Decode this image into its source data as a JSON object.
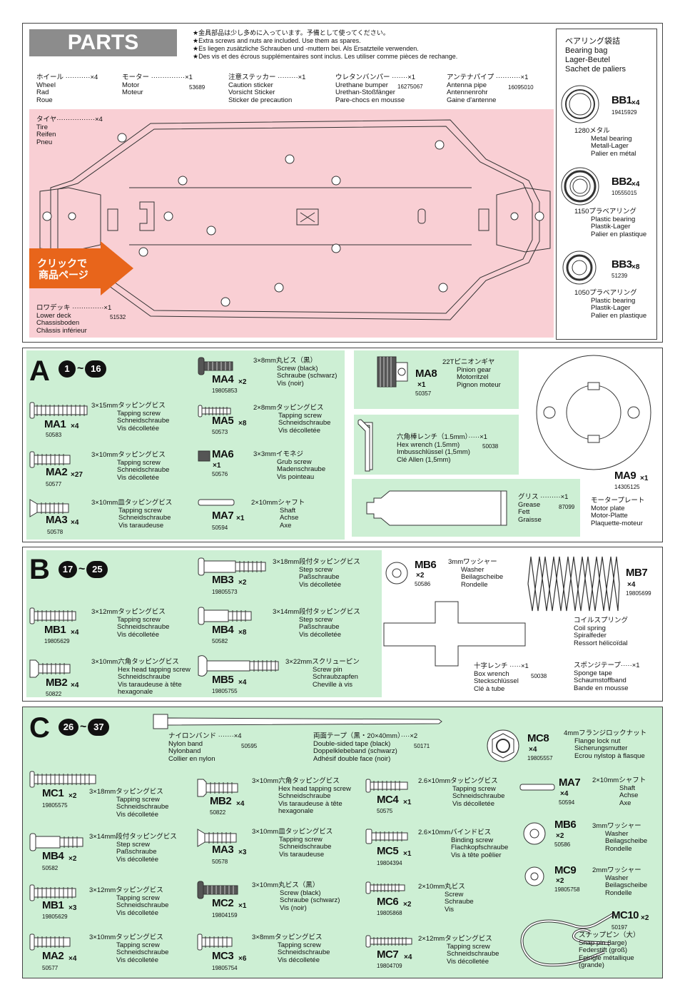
{
  "parts": {
    "title": "PARTS",
    "notes": [
      "★金具部品は少し多めに入っています。予備として使ってください。",
      "★Extra screws and nuts are included. Use them as spares.",
      "★Es liegen zusätzliche Schrauben und -muttern bei. Als Ersatzteile verwenden.",
      "★Des vis et des écrous supplémentaires sont inclus. Les utiliser comme pièces de rechange."
    ],
    "wheel": {
      "lines": [
        "ホイール ···········×4",
        "Wheel",
        "Rad",
        "Roue"
      ]
    },
    "motor": {
      "lines": [
        "モーター ···············×1",
        "Motor",
        "Moteur"
      ],
      "pn": "53689"
    },
    "sticker": {
      "lines": [
        "注意ステッカー ·········×1",
        "Caution sticker",
        "Vorsicht Sticker",
        "Sticker de precaution"
      ]
    },
    "bumper": {
      "lines": [
        "ウレタンバンパー ·······×1",
        "Urethane bumper",
        "Urethan-Stoßfänger",
        "Pare-chocs en mousse"
      ],
      "pn": "16275067"
    },
    "antenna": {
      "lines": [
        "アンテナパイプ ···········×1",
        "Antenna pipe",
        "Antennenrohr",
        "Gaine d'antenne"
      ],
      "pn": "16095010"
    },
    "tire": {
      "lines": [
        "タイヤ·················×4",
        "Tire",
        "Reifen",
        "Pneu"
      ]
    },
    "lowerdeck": {
      "lines": [
        "ロワデッキ ··············×1",
        "Lower deck",
        "Chassisboden",
        "Châssis inférieur"
      ],
      "pn": "51532"
    },
    "click": [
      "クリックで",
      "商品ページ"
    ],
    "bearing_bag": {
      "lines": [
        "ベアリング袋詰",
        "Bearing bag",
        "Lager-Beutel",
        "Sachet de paliers"
      ]
    },
    "bb1": {
      "code": "BB1",
      "qty": "×4",
      "pn": "19415929",
      "lines": [
        "1280メタル",
        "Metal bearing",
        "Metall-Lager",
        "Palier en métal"
      ]
    },
    "bb2": {
      "code": "BB2",
      "qty": "×4",
      "pn": "10555015",
      "lines": [
        "1150プラベアリング",
        "Plastic bearing",
        "Plastik-Lager",
        "Palier en plastique"
      ]
    },
    "bb3": {
      "code": "BB3",
      "qty": "×8",
      "pn": "51239",
      "lines": [
        "1050プラベアリング",
        "Plastic bearing",
        "Plastik-Lager",
        "Palier en plastique"
      ]
    }
  },
  "bagA": {
    "letter": "A",
    "from": "1",
    "to": "16",
    "tilde": "~",
    "ma1": {
      "code": "MA1",
      "qty": "×4",
      "pn": "50583",
      "lines": [
        "3×15mmタッピングビス",
        "Tapping screw",
        "Schneidschraube",
        "Vis décolletée"
      ]
    },
    "ma2": {
      "code": "MA2",
      "qty": "×27",
      "pn": "50577",
      "lines": [
        "3×10mmタッピングビス",
        "Tapping screw",
        "Schneidschraube",
        "Vis décolletée"
      ]
    },
    "ma3": {
      "code": "MA3",
      "qty": "×4",
      "pn": "50578",
      "lines": [
        "3×10mm皿タッピングビス",
        "Tapping screw",
        "Schneidschraube",
        "Vis taraudeuse"
      ]
    },
    "ma4": {
      "code": "MA4",
      "qty": "×2",
      "pn": "19805853",
      "lines": [
        "3×8mm丸ビス（黒）",
        "Screw (black)",
        "Schraube (schwarz)",
        "Vis (noir)"
      ]
    },
    "ma5": {
      "code": "MA5",
      "qty": "×8",
      "pn": "50573",
      "lines": [
        "2×8mmタッピングビス",
        "Tapping screw",
        "Schneidschraube",
        "Vis décolletée"
      ]
    },
    "ma6": {
      "code": "MA6",
      "qty": "×1",
      "pn": "50576",
      "lines": [
        "3×3mmイモネジ",
        "Grub screw",
        "Madenschraube",
        "Vis pointeau"
      ]
    },
    "ma7": {
      "code": "MA7",
      "qty": "×1",
      "pn": "50594",
      "lines": [
        "2×10mmシャフト",
        "Shaft",
        "Achse",
        "Axe"
      ]
    },
    "ma8": {
      "code": "MA8",
      "qty": "×1",
      "pn": "50357",
      "lines": [
        "22Tピニオンギヤ",
        "Pinion gear",
        "Motorritzel",
        "Pignon moteur"
      ]
    },
    "wrench": {
      "lines": [
        "六角棒レンチ（1.5mm）·····×1",
        "Hex wrench (1.5mm)",
        "Imbusschlüssel (1,5mm)",
        "Clé Allen (1,5mm)"
      ],
      "pn": "50038"
    },
    "grease": {
      "lines": [
        "グリス ·········×1",
        "Grease",
        "Fett",
        "Graisse"
      ],
      "pn": "87099"
    },
    "ma9": {
      "code": "MA9",
      "qty": "×1",
      "pn": "14305125",
      "lines": [
        "モータープレート",
        "Motor plate",
        "Motor-Platte",
        "Plaquette-moteur"
      ]
    }
  },
  "bagB": {
    "letter": "B",
    "from": "17",
    "to": "25",
    "tilde": "~",
    "mb1": {
      "code": "MB1",
      "qty": "×4",
      "pn": "19805629",
      "lines": [
        "3×12mmタッピングビス",
        "Tapping screw",
        "Schneidschraube",
        "Vis décolletée"
      ]
    },
    "mb2": {
      "code": "MB2",
      "qty": "×4",
      "pn": "50822",
      "lines": [
        "3×10mm六角タッピングビス",
        "Hex head tapping screw",
        "Schneidschraube",
        "Vis taraudeuse à tête",
        "hexagonale"
      ]
    },
    "mb3": {
      "code": "MB3",
      "qty": "×2",
      "pn": "19805573",
      "lines": [
        "3×18mm段付タッピングビス",
        "Step screw",
        "Paßschraube",
        "Vis décolletée"
      ]
    },
    "mb4": {
      "code": "MB4",
      "qty": "×8",
      "pn": "50582",
      "lines": [
        "3×14mm段付タッピングビス",
        "Step screw",
        "Paßschraube",
        "Vis décolletée"
      ]
    },
    "mb5": {
      "code": "MB5",
      "qty": "×4",
      "pn": "19805755",
      "lines": [
        "3×22mmスクリューピン",
        "Screw pin",
        "Schraubzapfen",
        "Cheville à vis"
      ]
    },
    "mb6": {
      "code": "MB6",
      "qty": "×2",
      "pn": "50586",
      "lines": [
        "3mmワッシャー",
        "Washer",
        "Beilagscheibe",
        "Rondelle"
      ]
    },
    "mb7": {
      "code": "MB7",
      "qty": "×4",
      "pn": "19805699",
      "lines": [
        "コイルスプリング",
        "Coil spring",
        "Spiralfeder",
        "Ressort hélicoïdal"
      ]
    },
    "boxwrench": {
      "lines": [
        "十字レンチ ·····×1",
        "Box wrench",
        "Steckschlüssel",
        "Clé à tube"
      ],
      "pn": "50038"
    },
    "sponge": {
      "lines": [
        "スポンジテープ·····×1",
        "Sponge tape",
        "Schaumstoffband",
        "Bande en mousse"
      ]
    }
  },
  "bagC": {
    "letter": "C",
    "from": "26",
    "to": "37",
    "tilde": "~",
    "nylon": {
      "lines": [
        "ナイロンバンド ·······×4",
        "Nylon band",
        "Nylonband",
        "Collier en nylon"
      ],
      "pn": "50595"
    },
    "tape": {
      "lines": [
        "両面テープ（黒・20×40mm）····×2",
        "Double-sided tape (black)",
        "Doppelklebeband (schwarz)",
        "Adhésif double face (noir)"
      ],
      "pn": "50171"
    },
    "mc8": {
      "code": "MC8",
      "qty": "×4",
      "pn": "19805557",
      "lines": [
        "4mmフランジロックナット",
        "Flange lock nut",
        "Sicherungsmutter",
        "Ecrou nylstop à flasque"
      ]
    },
    "mc1": {
      "code": "MC1",
      "qty": "×2",
      "pn": "19805575",
      "lines": [
        "3×18mmタッピングビス",
        "Tapping screw",
        "Schneidschraube",
        "Vis décolletée"
      ]
    },
    "mb4c": {
      "code": "MB4",
      "qty": "×2",
      "pn": "50582",
      "lines": [
        "3×14mm段付タッピングビス",
        "Step screw",
        "Paßschraube",
        "Vis décolletée"
      ]
    },
    "mb1c": {
      "code": "MB1",
      "qty": "×3",
      "pn": "19805629",
      "lines": [
        "3×12mmタッピングビス",
        "Tapping screw",
        "Schneidschraube",
        "Vis décolletée"
      ]
    },
    "ma2c": {
      "code": "MA2",
      "qty": "×4",
      "pn": "50577",
      "lines": [
        "3×10mmタッピングビス",
        "Tapping screw",
        "Schneidschraube",
        "Vis décolletée"
      ]
    },
    "mb2c": {
      "code": "MB2",
      "qty": "×4",
      "pn": "50822",
      "lines": [
        "3×10mm六角タッピングビス",
        "Hex head tapping screw",
        "Schneidschraube",
        "Vis taraudeuse à tête",
        "hexagonale"
      ]
    },
    "ma3c": {
      "code": "MA3",
      "qty": "×3",
      "pn": "50578",
      "lines": [
        "3×10mm皿タッピングビス",
        "Tapping screw",
        "Schneidschraube",
        "Vis taraudeuse"
      ]
    },
    "mc2": {
      "code": "MC2",
      "qty": "×1",
      "pn": "19804159",
      "lines": [
        "3×10mm丸ビス（黒）",
        "Screw (black)",
        "Schraube (schwarz)",
        "Vis (noir)"
      ]
    },
    "mc3": {
      "code": "MC3",
      "qty": "×6",
      "pn": "19805754",
      "lines": [
        "3×8mmタッピングビス",
        "Tapping screw",
        "Schneidschraube",
        "Vis décolletée"
      ]
    },
    "mc4": {
      "code": "MC4",
      "qty": "×1",
      "pn": "50575",
      "lines": [
        "2.6×10mmタッピングビス",
        "Tapping screw",
        "Schneidschraube",
        "Vis décolletée"
      ]
    },
    "mc5": {
      "code": "MC5",
      "qty": "×1",
      "pn": "19804394",
      "lines": [
        "2.6×10mmバインドビス",
        "Binding screw",
        "Flachkopfschraube",
        "Vis à tête poêlier"
      ]
    },
    "mc6": {
      "code": "MC6",
      "qty": "×2",
      "pn": "19805868",
      "lines": [
        "2×10mm丸ビス",
        "Screw",
        "Schraube",
        "Vis"
      ]
    },
    "mc7": {
      "code": "MC7",
      "qty": "×4",
      "pn": "19804709",
      "lines": [
        "2×12mmタッピングビス",
        "Tapping screw",
        "Schneidschraube",
        "Vis décolletée"
      ]
    },
    "ma7c": {
      "code": "MA7",
      "qty": "×4",
      "pn": "50594",
      "lines": [
        "2×10mmシャフト",
        "Shaft",
        "Achse",
        "Axe"
      ]
    },
    "mb6c": {
      "code": "MB6",
      "qty": "×2",
      "pn": "50586",
      "lines": [
        "3mmワッシャー",
        "Washer",
        "Beilagscheibe",
        "Rondelle"
      ]
    },
    "mc9": {
      "code": "MC9",
      "qty": "×2",
      "pn": "19805758",
      "lines": [
        "2mmワッシャー",
        "Washer",
        "Beilagscheibe",
        "Rondelle"
      ]
    },
    "mc10": {
      "code": "MC10",
      "qty": "×2",
      "pn": "50197",
      "lines": [
        "スナップピン（大）",
        "Snap pin (large)",
        "Federstift (groß)",
        "Epingle métallique",
        "(grande)"
      ]
    }
  }
}
